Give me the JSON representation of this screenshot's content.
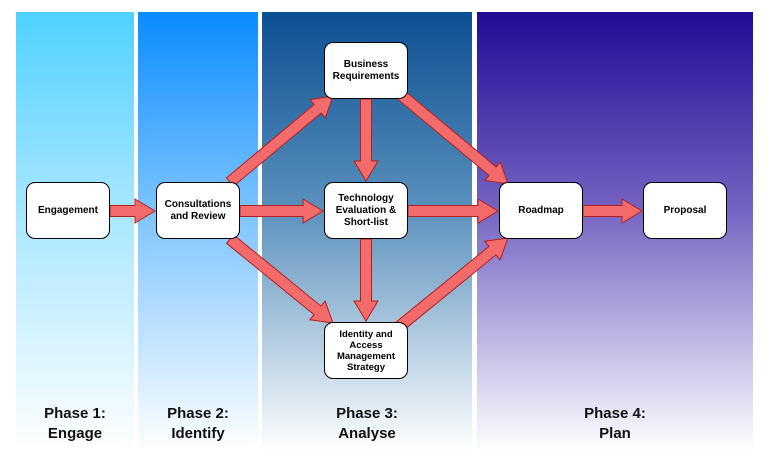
{
  "phases": [
    {
      "line1": "Phase 1:",
      "line2": "Engage"
    },
    {
      "line1": "Phase 2:",
      "line2": "Identify"
    },
    {
      "line1": "Phase 3:",
      "line2": "Analyse"
    },
    {
      "line1": "Phase 4:",
      "line2": "Plan"
    }
  ],
  "nodes": {
    "engagement": "Engagement",
    "consultations": "Consultations\nand Review",
    "business": "Business\nRequirements",
    "technology": "Technology\nEvaluation &\nShort-list",
    "identity": "Identity and\nAccess\nManagement\nStrategy",
    "roadmap": "Roadmap",
    "proposal": "Proposal"
  },
  "colors": {
    "arrow_fill": "#f36b6b",
    "arrow_stroke": "#b32020"
  }
}
